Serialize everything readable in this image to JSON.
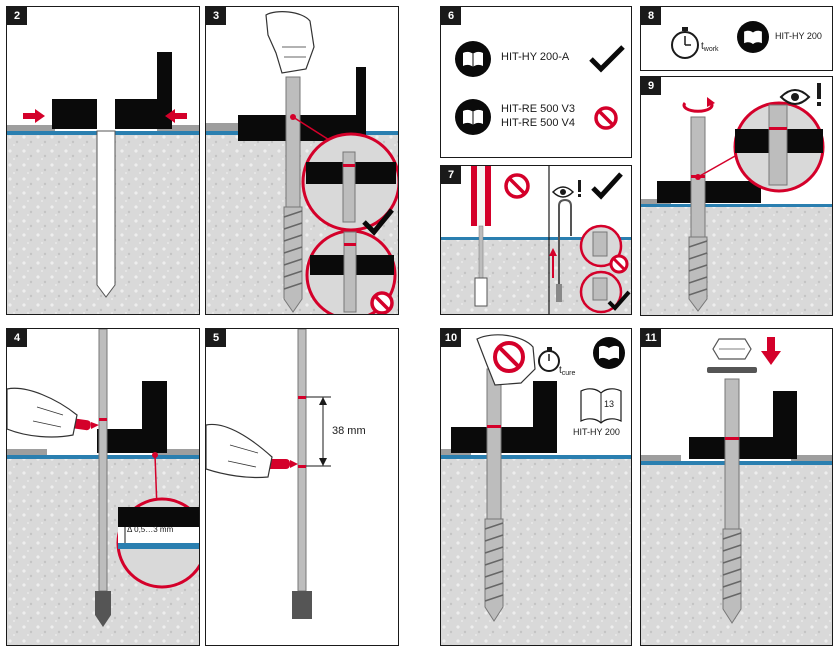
{
  "steps": {
    "s2": "2",
    "s3": "3",
    "s4": "4",
    "s5": "5",
    "s6": "6",
    "s7": "7",
    "s8": "8",
    "s9": "9",
    "s10": "10",
    "s11": "11"
  },
  "panel4": {
    "gap_label": "Δ 0,5…3 mm"
  },
  "panel5": {
    "depth_label": "38 mm"
  },
  "panel6": {
    "product_ok": "HIT-HY 200-A",
    "product_no_1": "HIT-RE 500 V3",
    "product_no_2": "HIT-RE 500 V4"
  },
  "panel8": {
    "t_base": "t",
    "t_sub": "work",
    "product": "HIT-HY 200"
  },
  "panel10": {
    "t_base": "t",
    "t_sub": "cure",
    "page": "13",
    "product": "HIT-HY 200"
  },
  "colors": {
    "accent": "#d4002a",
    "ink": "#1a1a1a",
    "concrete": "#d9d9d9",
    "steel": "#bdbdbd",
    "plate": "#0a0a0a",
    "blue": "#2a7fb0"
  },
  "icons": [
    "manual-icon",
    "stopwatch-icon",
    "check-icon",
    "prohibited-icon",
    "eye-warning-icon",
    "rotate-icon",
    "arrow-down-icon",
    "arrow-right-icon",
    "arrow-left-icon",
    "hand-icon",
    "marker-icon"
  ]
}
